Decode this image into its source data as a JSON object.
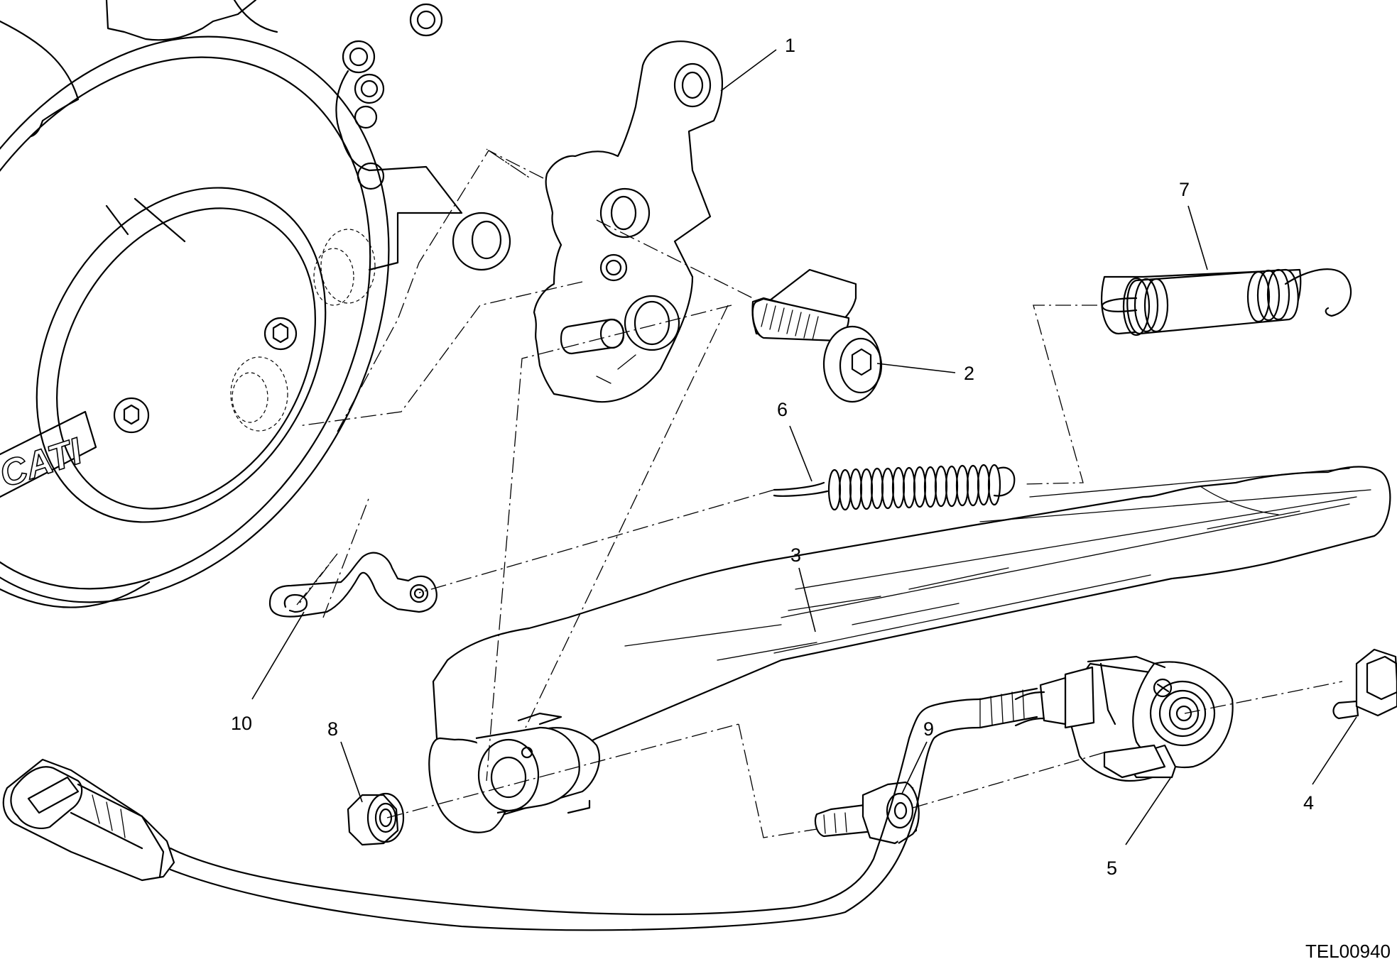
{
  "callouts": {
    "c1": "1",
    "c2": "2",
    "c3": "3",
    "c4": "4",
    "c5": "5",
    "c6": "6",
    "c7": "7",
    "c8": "8",
    "c9": "9",
    "c10": "10"
  },
  "drawing_code": "TEL00940",
  "engine_cover_brand": "CATI"
}
